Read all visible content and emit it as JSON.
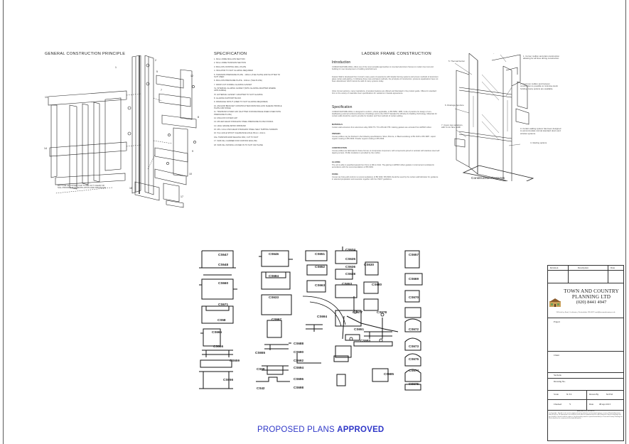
{
  "sections": {
    "general": "GENERAL CONSTRUCTION PRINCIPLE",
    "specification": "SPECIFICATION",
    "ladder": "LADDER FRAME CONSTRUCTION"
  },
  "spec_items": [
    "1. 60mm WIDE MULLION SECTION",
    "2. 60mm WIDE TRANSOM SECTION",
    "3. MULLION JOINTING WALL PLATE",
    "4. ISOLATOR TO SUIT GLAZING REQUIRED",
    "5. TRANSOM PRESSURE PLATE - 100mm (THE PLATE) AND SLOTTED TO SUIT USED",
    "6. MULLION PRESSURE PLATE - 100mm (THE PLATE)",
    "7. DROP-OUT FORMAL GLAZING GASKET",
    "7a. INTERNAL GLAZING GASKET (WITH GLAZING ADAPTER WHERE APPLICABLE)",
    "7b. EXTERNAL GASKET / ADAPTER TO SUIT GLAZING",
    "8. GLAZING SUPPORT BLOCK",
    "9. DRAINAGE SPOUT (USED TO SUIT GLAZING REQUIRED)",
    "10. ANCHOR BRACKET CONSTRUCTED FROM MULLION SLEEVE PROFILE PLATE AND SINGE",
    "11. TRANSOM COVER CAP (SLOTTED FOR DRAINAGE WHEN USED WITH PRESSURE PLATE)",
    "12. MULLION COVER CAP",
    "13. M6 HEX HEAD STAINLESS STEEL PRESSURE PLATE FIXINGS",
    "14. HIGH GRADE ZETRO RIB BAND",
    "15. M6 x 14mm PAN HEAD STAINLESS STEEL SELF TAPPING SCREWS",
    "16. 5mm HOLE SPOUT CLEARANCE HOLE 25mm x 24mm",
    "16a. TRANSOM END SEALING PAD, CUT TO SUIT",
    "17. SUB-SILL CARRIER FOR CURTAIN WALLING",
    "18. SUB-SILL NOSING LOCKED IN TO SUIT CW PLANE"
  ],
  "general_note": "BOTTOM OF COVER CAP TO BE CUT CLEAR OF SILL PROFILE FOR VENTILATION AND DRAINAGE",
  "ladder": {
    "intro_head": "Introduction",
    "intro_1": "COMAR FEATURE WALL offers one of the most versatile approaches to mounted aluminium frames to modern low cost and building for new development or building refurbishment.",
    "intro_2": "Feature Wall is developed from Comar's many years of experience with facade framing systems and proven methods of aluminium glass curtain wall glazing. In following these new and latest methods, the principles of construction, pressure equalisation have not been abandoned, which cannot be said of many systems today.",
    "intro_3": "Inline Comar sections, many inspirations, innovative features are offered and illustrated in the product guide. Offered in standard form to the variety of materials cover specifications for variations in facade appearance.",
    "spec_head": "Specification",
    "spec_1": "COMAR FEATURE WALL is designed to conform, where applicable, to BS 5950: 1985, Code of practice for design of non-loadbearing external vertical enclosures of buildings and to the CWCT Standard for Window & Cladding Technology. Materials for curtain walls should be used to provide for location and Test methods of curtain walling.",
    "materials_head": "MATERIALS",
    "materials": "Curtain wall extrusions from aluminium alloy 6063 T5 / T6 to BS EN 755. Glazing gaskets are extruded from EPDM rubber.",
    "finishes_head": "FINISHES",
    "finishes": "Comar profiles may be finished in the following specifications: Silver, Bronze, or Black anodising to BS 1615 or BS 3987. Liquid organic coating to BS 6496. Powder organic coating to BS 6496.",
    "construction_head": "CONSTRUCTION",
    "construction": "Comar profiles are fabricated in frame format, to incorporate component, with components joined to verticals with stainless steel self tapping screws. Profile insulation is provided by the mullion.",
    "glazing_head": "GLAZING",
    "glazing": "The unit is able to specified panels from 6mm to 28mm thick. The glazing is EPDM rubber gaskets in internal and ventilated in accordance with the recommendations of BS 6262.",
    "fixing_head": "FIXING",
    "fixing": "Comar can fixing will conform to recommendations of BS 6262. BS 8200 should be used by the curtain wall fabricator for guidance in selected preparation and execution together with the CWCT guidelines."
  },
  "callouts": {
    "thermal_barrier": "5. Thermal barrier",
    "corner": "1. Corner mullion and plain construction allowing for all lines during construction.",
    "common_mullion": "2. Common mullion and transom construction is possible to minimise stock holding, many options are available.",
    "drainage": "6. Drainage Aperture",
    "cover_cap": "7. Cover cap variations, with 6 mm face width",
    "cladding": "3. Curtain walling system has been designed to accommodate normal standard doors and window systems.",
    "glazing_options": "4. Glazing options",
    "features": "Construction Features"
  },
  "profile_codes": [
    "CS647",
    "CS648",
    "CS646",
    "CS651",
    "CS634",
    "CS635",
    "CS630",
    "CS652",
    "CS636",
    "CS657",
    "CS684",
    "CS660",
    "CS638",
    "CS663",
    "CS680",
    "CS669",
    "CS653",
    "CS633",
    "CS670",
    "CS677",
    "CS678",
    "CS671",
    "CS667",
    "CS694",
    "CS58",
    "CS665",
    "CS651",
    "CS672",
    "CS693",
    "CS666",
    "CS688",
    "CS673",
    "CS655",
    "CS690",
    "CS659",
    "CS692",
    "CS675",
    "CS68",
    "CS694",
    "CS674",
    "CS685",
    "CS656",
    "CS696",
    "CS676",
    "CS42",
    "CS698"
  ],
  "title_block": {
    "revision": "Revision",
    "description": "Description",
    "date": "Date",
    "company_line1": "TOWN AND COUNTRY",
    "company_line2": "PLANNING LTD",
    "phone": "(020) 8441 4947",
    "address": "28 Berkeley Road, Cockfosters, Hertfordshire EN4 0ET  email@townandcountry.co.uk",
    "project": "Project",
    "client": "Client",
    "sections": "Sections",
    "drawing_no": "Drawing No.",
    "scale": "Scale",
    "scale_val": "N.T.S",
    "drawn_by": "Drawn By",
    "drawn_by_val": "M.F.M",
    "checked": "Checked",
    "checked_val": "Y",
    "date_lbl": "Date",
    "date_val": "08 Apr 2013",
    "notice_title": "IMPORTANT NOTICE",
    "notice_text": "(c) Copyright - Should a to be used as engineered and specification and structural engineer or survey Planned dimensions with the survey. All dimensions to be checked on site prior to commencement of work. Differences between drawings and site should be checked with the engineer. Any discrepancy must be reported immediately to Town and Country Planning Ltd. Work should not be commenced from hand utilisations."
  },
  "stamp": {
    "prefix": "PROPOSED PLANS ",
    "word": "APPROVED",
    "color": "#2f37c8"
  }
}
